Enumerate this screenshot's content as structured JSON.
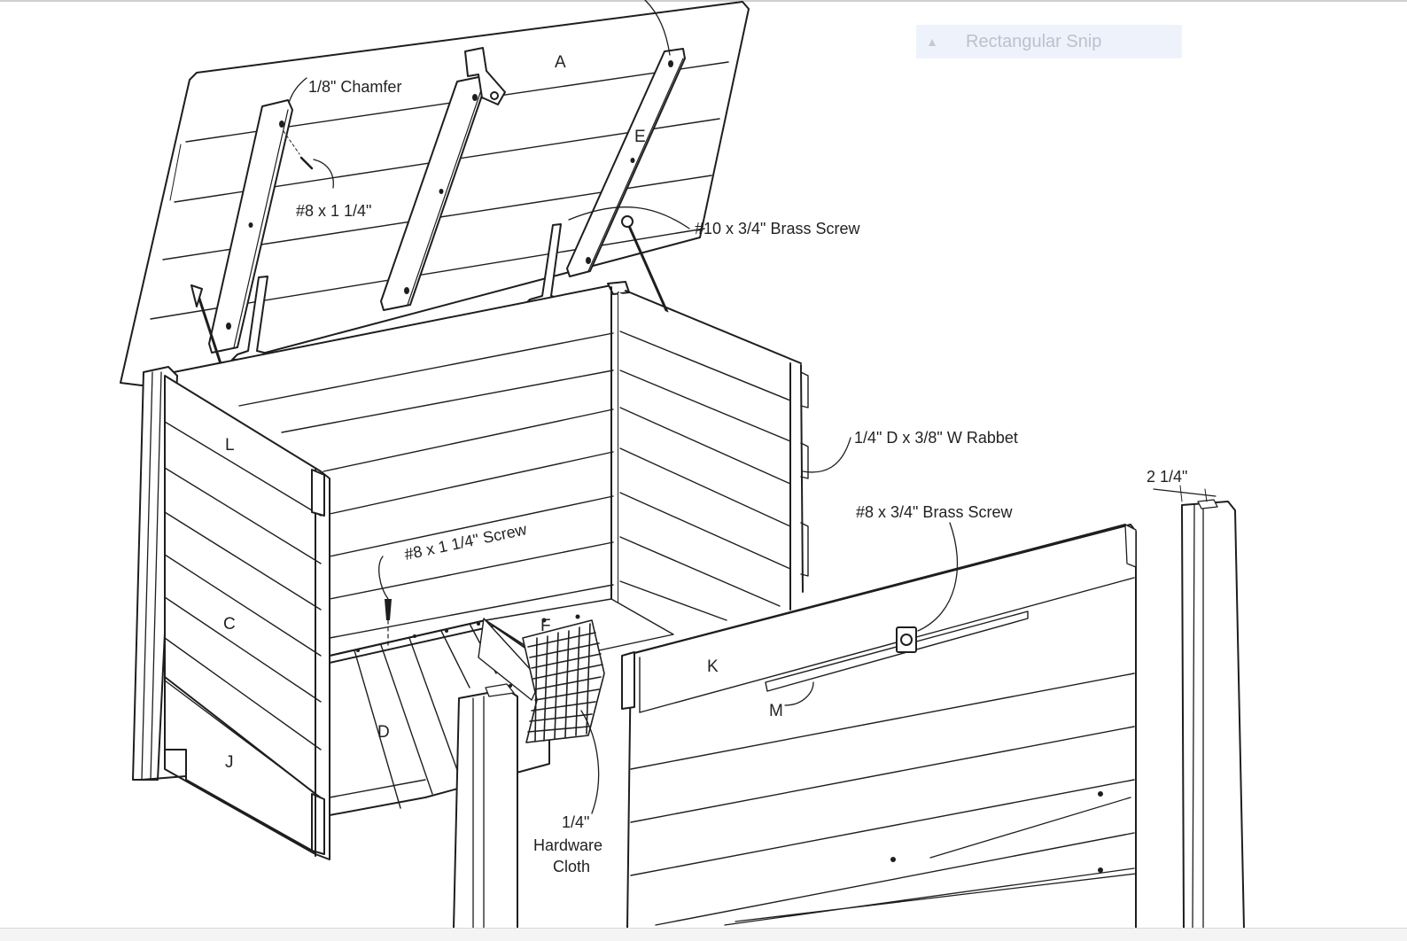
{
  "toolbar": {
    "snip_label": "Rectangular Snip",
    "snip_icon": "chevron-up-icon"
  },
  "parts": [
    "A",
    "E",
    "L",
    "C",
    "J",
    "D",
    "F",
    "K",
    "M"
  ],
  "callouts": {
    "chamfer": "1/8\" Chamfer",
    "screw_lid": "#8 x 1 1/4\"",
    "brass_screw_10": "#10 x 3/4\" Brass Screw",
    "rabbet": "1/4\" D x 3/8\" W Rabbet",
    "brass_screw_8": "#8 x 3/4\" Brass Screw",
    "screw_floor": "#8 x 1 1/4\" Screw",
    "hardware_cloth_size": "1/4\"",
    "hardware_cloth_1": "Hardware",
    "hardware_cloth_2": "Cloth",
    "post_width": "2 1/4\""
  }
}
